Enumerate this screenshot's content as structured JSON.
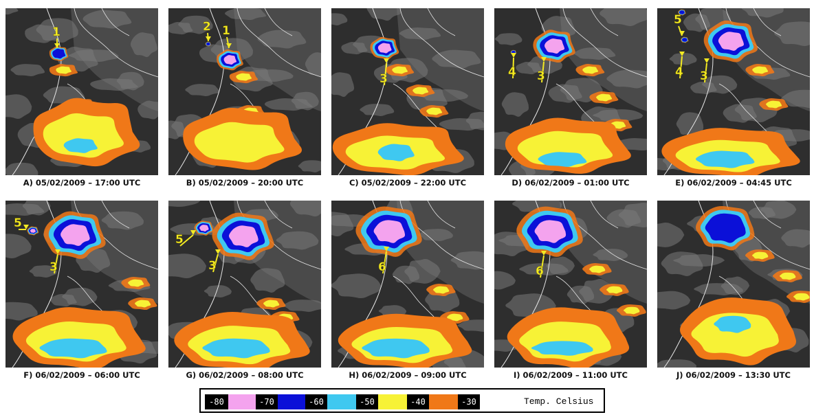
{
  "panels": [
    {
      "id": "A",
      "caption": "A) 05/02/2009 – 17:00 UTC",
      "markers": [
        "1"
      ]
    },
    {
      "id": "B",
      "caption": "B) 05/02/2009 – 20:00 UTC",
      "markers": [
        "2",
        "1"
      ]
    },
    {
      "id": "C",
      "caption": "C) 05/02/2009 – 22:00 UTC",
      "markers": [
        "3"
      ]
    },
    {
      "id": "D",
      "caption": "D) 06/02/2009 – 01:00 UTC",
      "markers": [
        "4",
        "3"
      ]
    },
    {
      "id": "E",
      "caption": "E) 06/02/2009 – 04:45 UTC",
      "markers": [
        "5",
        "4",
        "3"
      ]
    },
    {
      "id": "F",
      "caption": "F) 06/02/2009 – 06:00 UTC",
      "markers": [
        "5",
        "3"
      ]
    },
    {
      "id": "G",
      "caption": "G) 06/02/2009 – 08:00 UTC",
      "markers": [
        "5",
        "3"
      ]
    },
    {
      "id": "H",
      "caption": "H) 06/02/2009 – 09:00 UTC",
      "markers": [
        "6"
      ]
    },
    {
      "id": "I",
      "caption": "I) 06/02/2009 – 11:00 UTC",
      "markers": [
        "6"
      ]
    },
    {
      "id": "J",
      "caption": "J) 06/02/2009 – 13:30 UTC",
      "markers": []
    }
  ],
  "legend": {
    "items": [
      {
        "label": "-80",
        "color": "#f4a3ee"
      },
      {
        "label": "-70",
        "color": "#0b10d8"
      },
      {
        "label": "-60",
        "color": "#3fc8f0"
      },
      {
        "label": "-50",
        "color": "#f7f236"
      },
      {
        "label": "-40",
        "color": "#f07818"
      },
      {
        "label": "-30",
        "color": ""
      }
    ],
    "unit": "Temp. Celsius"
  },
  "colors": {
    "pink": "#f4a3ee",
    "blue": "#0b10d8",
    "cyan": "#3fc8f0",
    "yellow": "#f7f236",
    "orange": "#f07818",
    "cloud": "#7a7a7a",
    "land": "#4a4a4a",
    "ocean": "#2e2e2e",
    "border": "#e8e8e8",
    "marker": "#f3ea22"
  }
}
